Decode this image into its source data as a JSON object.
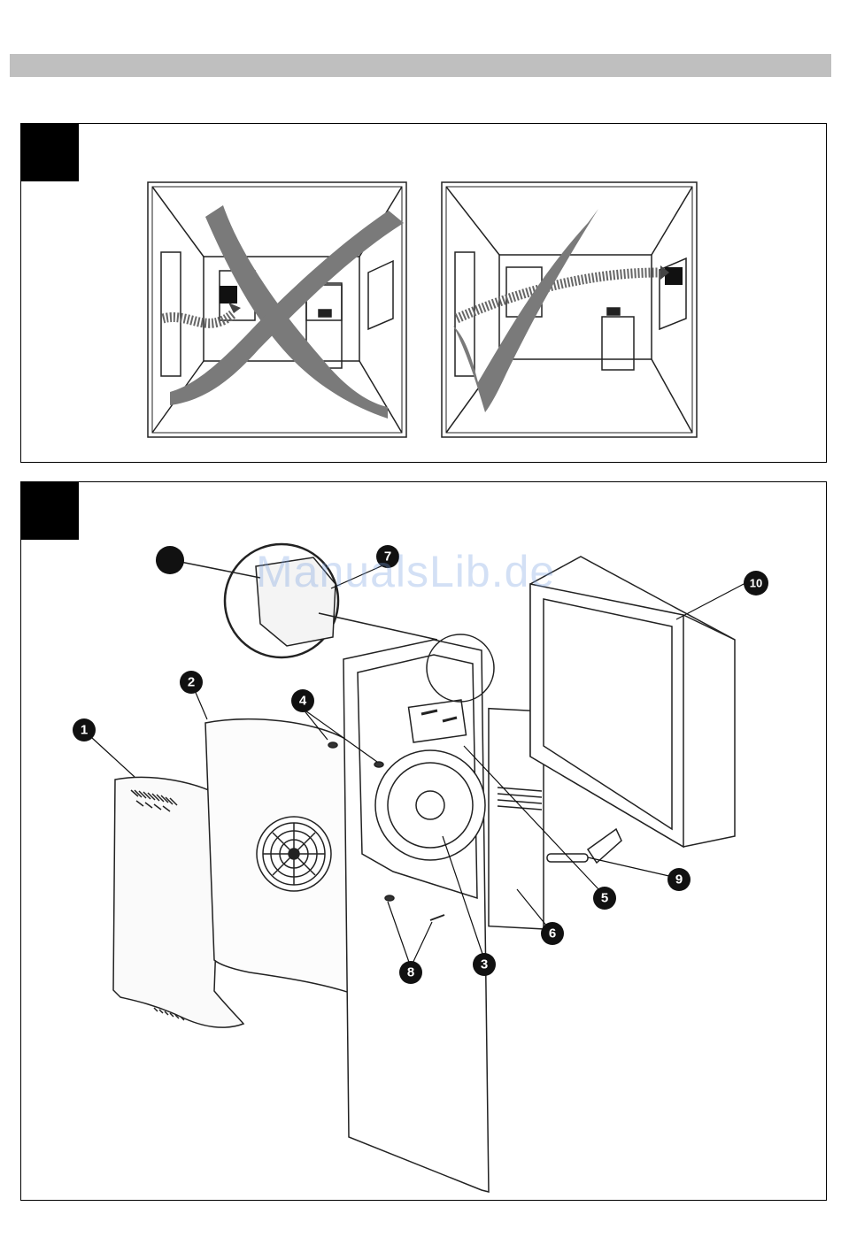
{
  "figure_1": {
    "wrong_placement": {
      "mark": "cross-mark"
    },
    "correct_placement": {
      "mark": "check-mark"
    }
  },
  "figure_2": {
    "callouts": [
      {
        "number": "1",
        "name": "front-cover"
      },
      {
        "number": "2",
        "name": "front-panel"
      },
      {
        "number": "3",
        "name": "impeller"
      },
      {
        "number": "4",
        "name": "screw"
      },
      {
        "number": "5",
        "name": "circuit-board"
      },
      {
        "number": "6",
        "name": "motor-housing"
      },
      {
        "number": "7",
        "name": "backdraft-flap"
      },
      {
        "number": "8",
        "name": "fixing-screws"
      },
      {
        "number": "9",
        "name": "duct-connector"
      },
      {
        "number": "10",
        "name": "wall-box"
      }
    ]
  },
  "watermark": {
    "text": "ManualsLib.de"
  }
}
